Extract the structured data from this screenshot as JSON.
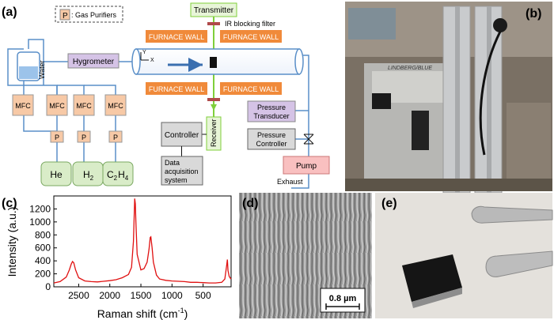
{
  "panel_labels": {
    "a": "(a)",
    "b": "(b)",
    "c": "(c)",
    "d": "(d)",
    "e": "(e)"
  },
  "schematic": {
    "legend": {
      "symbol": "P",
      "text": ": Gas Purifiers"
    },
    "transmitter": "Transmitter",
    "ir_filter": "IR blocking filter",
    "furnace_wall": "FURNACE WALL",
    "hygrometer": "Hygrometer",
    "water": "Water",
    "mfc": "MFC",
    "purifier": "P",
    "gases": {
      "he": "He",
      "h2_base": "H",
      "h2_sub": "2",
      "c2h4_c": "C",
      "c2h4_sub": "2",
      "c2h4_h": "H",
      "c2h4_sub2": "4"
    },
    "axis_y": "Y",
    "axis_x": "X",
    "receiver": "Receiver",
    "controller": "Controller",
    "daq": [
      "Data",
      "acquisition",
      "system"
    ],
    "pressure_transducer": [
      "Pressure",
      "Transducer"
    ],
    "pressure_controller": [
      "Pressure",
      "Controller"
    ],
    "pump": "Pump",
    "exhaust": "Exhaust",
    "colors": {
      "furnace": "#f08a3a",
      "mfc": "#f7c9a6",
      "gas_tank": "#d9ecc8",
      "hygrometer": "#d5c3e6",
      "pump": "#f9c0c0",
      "transducer": "#d5c3e6",
      "laser": "#7fcf3a",
      "line": "#5a8fc8",
      "receiver_bg": "#e8f5d8"
    }
  },
  "photo_b": {
    "brand_text": "LINDBERG/BLUE"
  },
  "chart_data": {
    "type": "line",
    "xlabel": "Raman shift (cm-1)",
    "ylabel": "Intensity (a.u.)",
    "xlim": [
      2900,
      50
    ],
    "ylim": [
      0,
      1400
    ],
    "xticks": [
      2500,
      2000,
      1500,
      1000,
      500
    ],
    "yticks": [
      0,
      200,
      400,
      600,
      800,
      1000,
      1200
    ],
    "line_color": "#e01010",
    "series": [
      {
        "x": [
          2900,
          2800,
          2700,
          2650,
          2620,
          2600,
          2580,
          2550,
          2500,
          2400,
          2300,
          2200,
          2100,
          2000,
          1900,
          1800,
          1700,
          1650,
          1620,
          1600,
          1590,
          1580,
          1560,
          1500,
          1450,
          1400,
          1370,
          1350,
          1340,
          1320,
          1300,
          1250,
          1200,
          1100,
          1000,
          900,
          800,
          700,
          600,
          500,
          400,
          300,
          200,
          150,
          120,
          110,
          100,
          80,
          60,
          50
        ],
        "y": [
          60,
          80,
          150,
          260,
          350,
          390,
          370,
          260,
          140,
          90,
          80,
          75,
          85,
          95,
          110,
          140,
          190,
          300,
          700,
          1360,
          1280,
          1000,
          500,
          260,
          280,
          380,
          580,
          760,
          770,
          600,
          380,
          180,
          120,
          100,
          90,
          85,
          80,
          70,
          70,
          65,
          60,
          60,
          70,
          120,
          340,
          420,
          250,
          160,
          130,
          120
        ]
      }
    ]
  },
  "sem": {
    "scale_label": "0.8 µm"
  }
}
